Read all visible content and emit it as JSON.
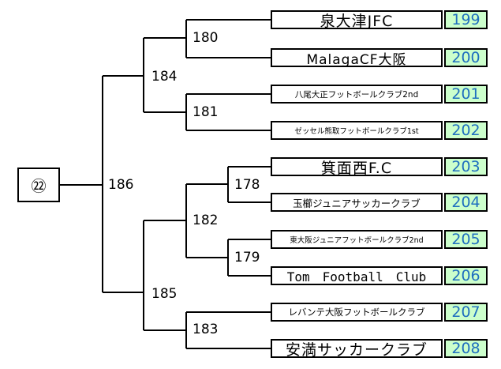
{
  "final_label": "㉒",
  "matches": {
    "m180": "180",
    "m181": "181",
    "m184": "184",
    "m186": "186",
    "m178": "178",
    "m179": "179",
    "m182": "182",
    "m185": "185",
    "m183": "183"
  },
  "teams": [
    {
      "name": "泉大津JFC",
      "number": "199"
    },
    {
      "name": "MalagaCF大阪",
      "number": "200"
    },
    {
      "name": "八尾大正フットボールクラブ2nd",
      "number": "201"
    },
    {
      "name": "ゼッセル熊取フットボールクラブ1st",
      "number": "202"
    },
    {
      "name": "箕面西F.C",
      "number": "203"
    },
    {
      "name": "玉櫛ジュニアサッカークラブ",
      "number": "204"
    },
    {
      "name": "東大阪ジュニアフットボールクラブ2nd",
      "number": "205"
    },
    {
      "name": "Tom　Football　Club",
      "number": "206"
    },
    {
      "name": "レバンテ大阪フットボールクラブ",
      "number": "207"
    },
    {
      "name": "安満サッカークラブ",
      "number": "208"
    }
  ]
}
